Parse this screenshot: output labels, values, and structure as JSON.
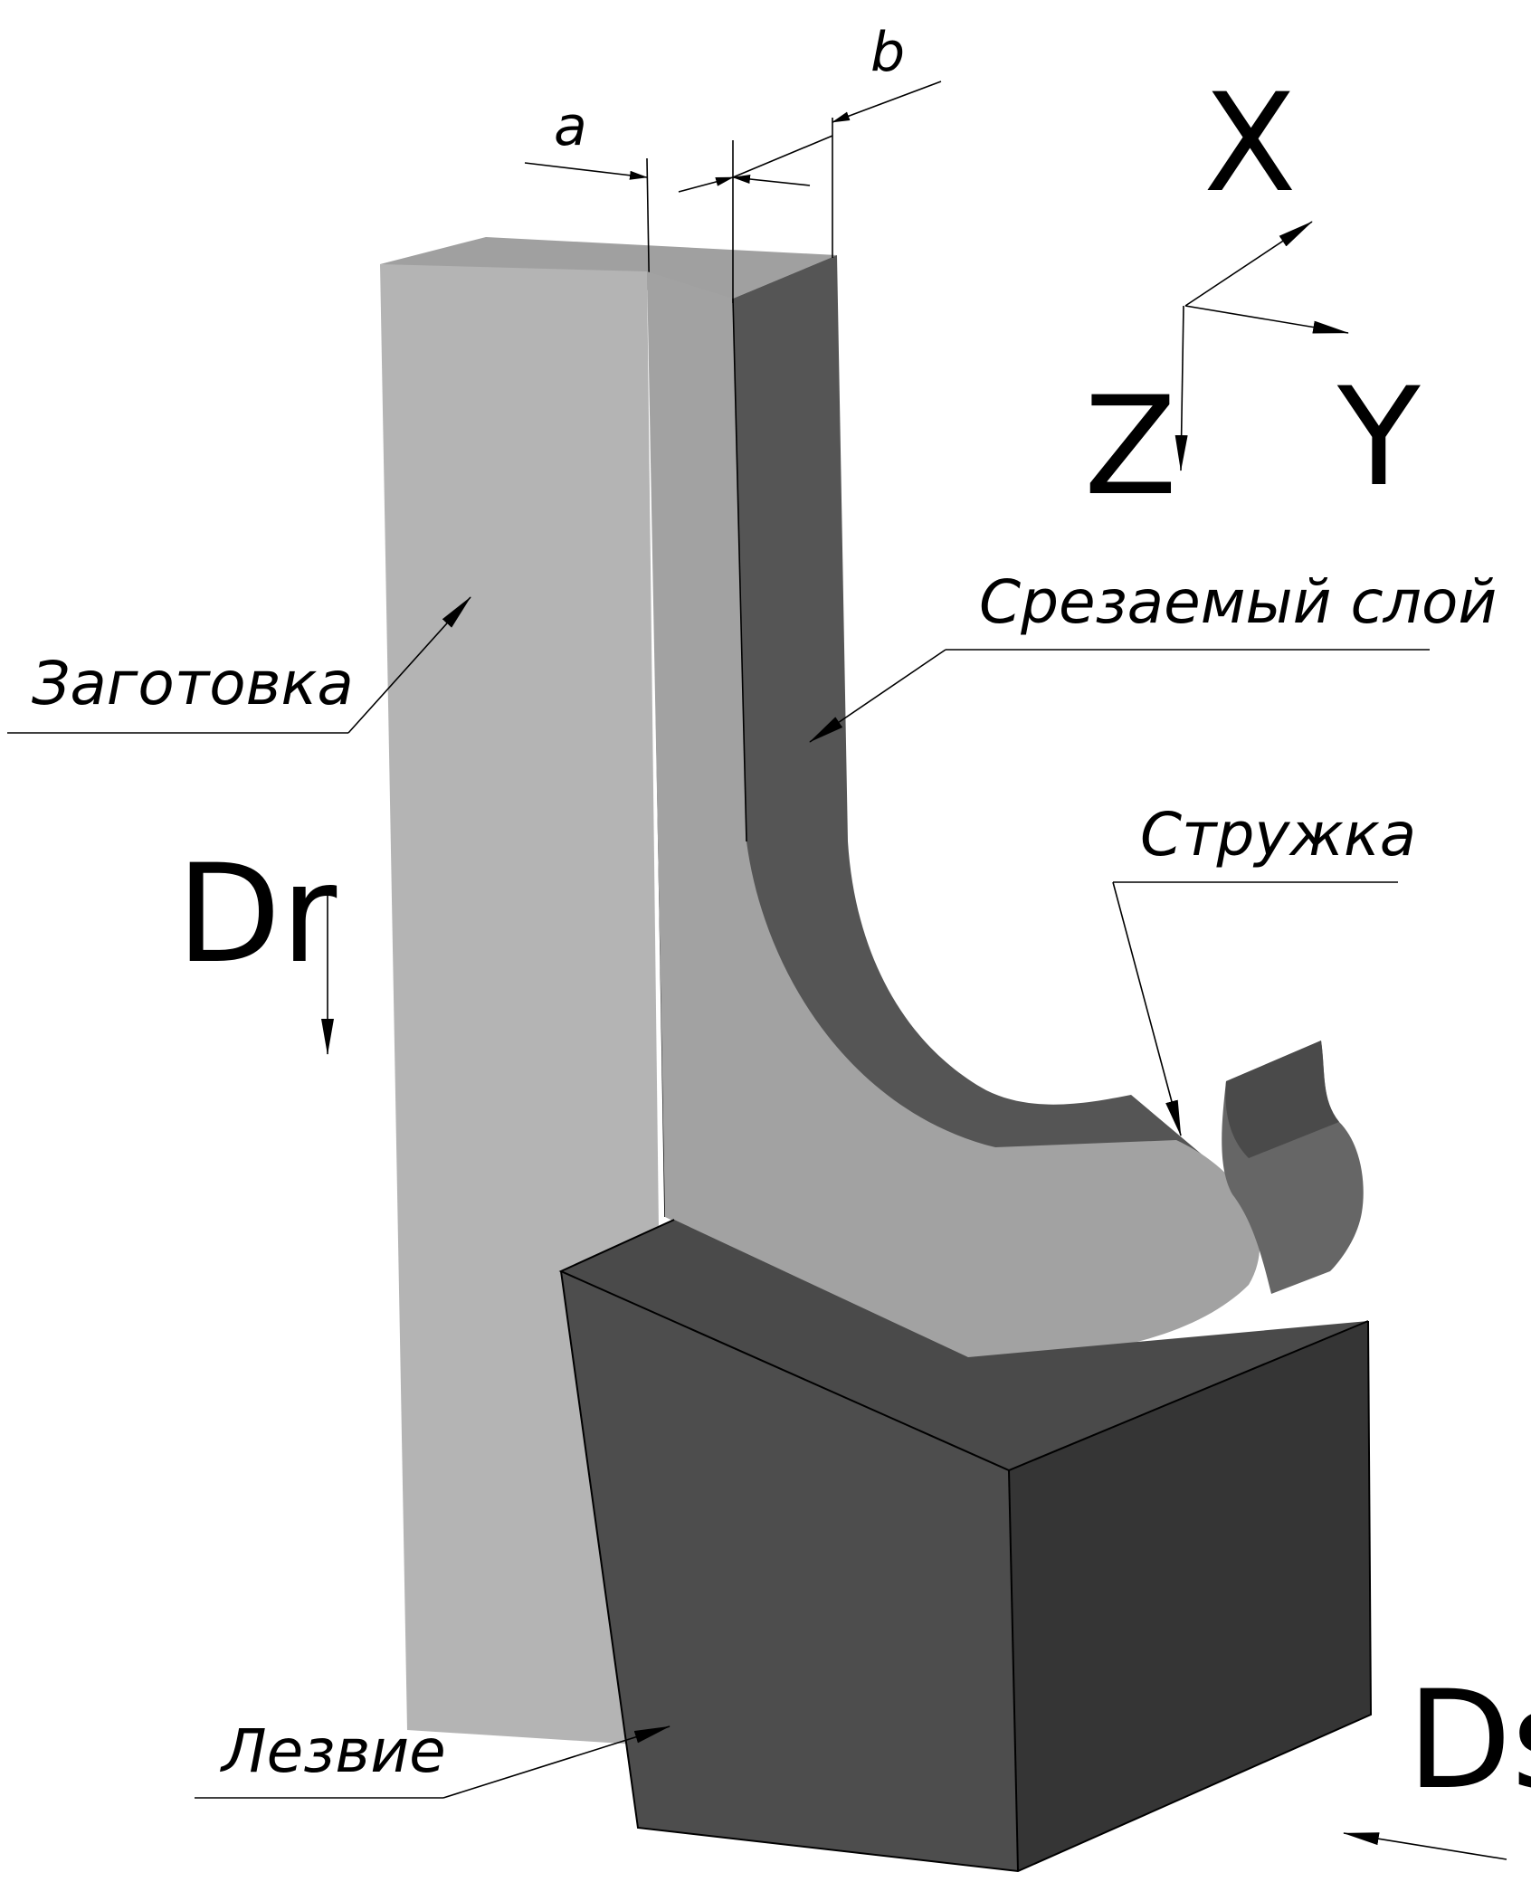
{
  "labels": {
    "workpiece": "Заготовка",
    "cut_layer": "Срезаемый слой",
    "chip": "Стружка",
    "blade": "Лезвие"
  },
  "dimensions": {
    "a": "a",
    "b": "b"
  },
  "axes": {
    "x": "X",
    "y": "Y",
    "z": "Z"
  },
  "motions": {
    "dr": "Dr",
    "ds": "Ds"
  }
}
